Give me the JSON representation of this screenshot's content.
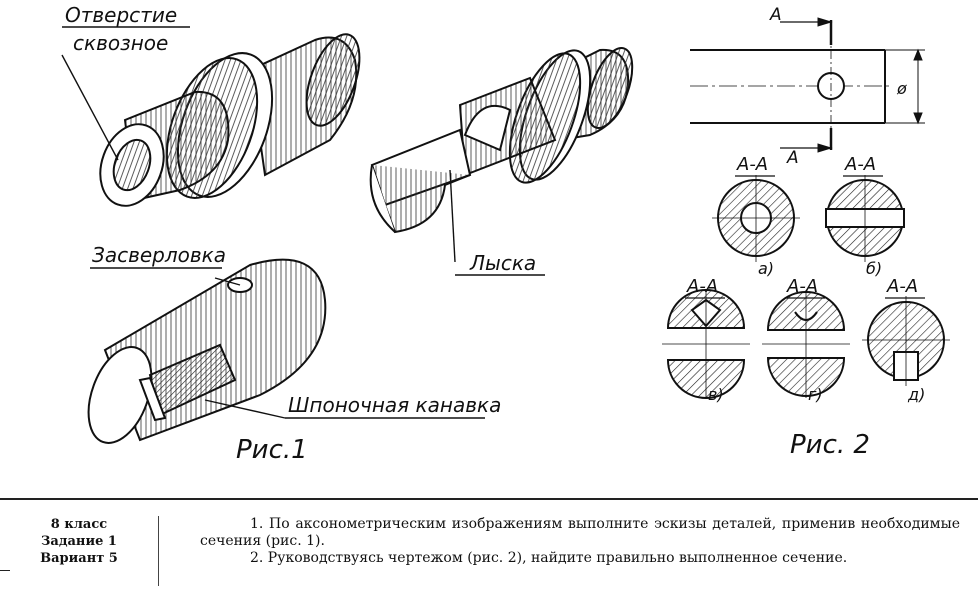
{
  "fig1": {
    "label_hole": "Отверстие",
    "label_hole2": "сквозное",
    "label_flat": "Лыска",
    "label_drill": "Засверловка",
    "label_keyway": "Шпоночная канавка",
    "caption": "Рис.1"
  },
  "fig2": {
    "section_mark_top": "А",
    "section_mark_bottom": "А",
    "diameter_mark": "ø",
    "sections": [
      {
        "title": "А-А",
        "letter": "а)"
      },
      {
        "title": "А-А",
        "letter": "б)"
      },
      {
        "title": "А-А",
        "letter": "в)"
      },
      {
        "title": "А-А",
        "letter": "г)"
      },
      {
        "title": "А-А",
        "letter": "д)"
      }
    ],
    "caption": "Рис. 2"
  },
  "footer": {
    "grade": "8 класс",
    "task": "Задание 1",
    "variant": "Вариант 5",
    "item1": "1. По аксонометрическим изображениям выполните эскизы деталей, применив необходимые сечения (рис. 1).",
    "item2": "2. Руководствуясь чертежом (рис. 2), найдите правильно выполненное сечение."
  }
}
